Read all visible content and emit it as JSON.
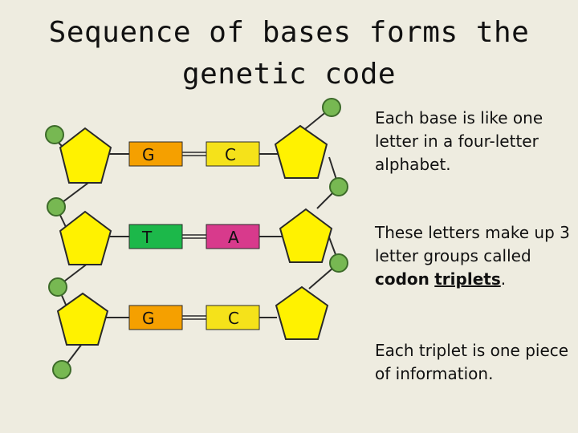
{
  "title": {
    "line1": "Sequence of bases forms the",
    "line2": "genetic code"
  },
  "base_pairs": [
    {
      "left": "G",
      "right": "C",
      "left_color": "#f5a000",
      "right_color": "#f5e21a"
    },
    {
      "left": "T",
      "right": "A",
      "left_color": "#1cb84a",
      "right_color": "#d83a8c"
    },
    {
      "left": "G",
      "right": "C",
      "left_color": "#f5a000",
      "right_color": "#f5e21a"
    }
  ],
  "colors": {
    "background": "#eeece0",
    "sugar": "#fff200",
    "phosphate": "#77b852",
    "outline": "#2a2a2a"
  },
  "paragraphs": {
    "p1": "Each base is like one letter in a four-letter alphabet.",
    "p2_prefix": "These letters make up 3 letter groups called ",
    "p2_bold": "codon",
    "p2_space": " ",
    "p2_underlined": "triplets",
    "p2_suffix": ".",
    "p3": "Each triplet is one piece of information."
  }
}
